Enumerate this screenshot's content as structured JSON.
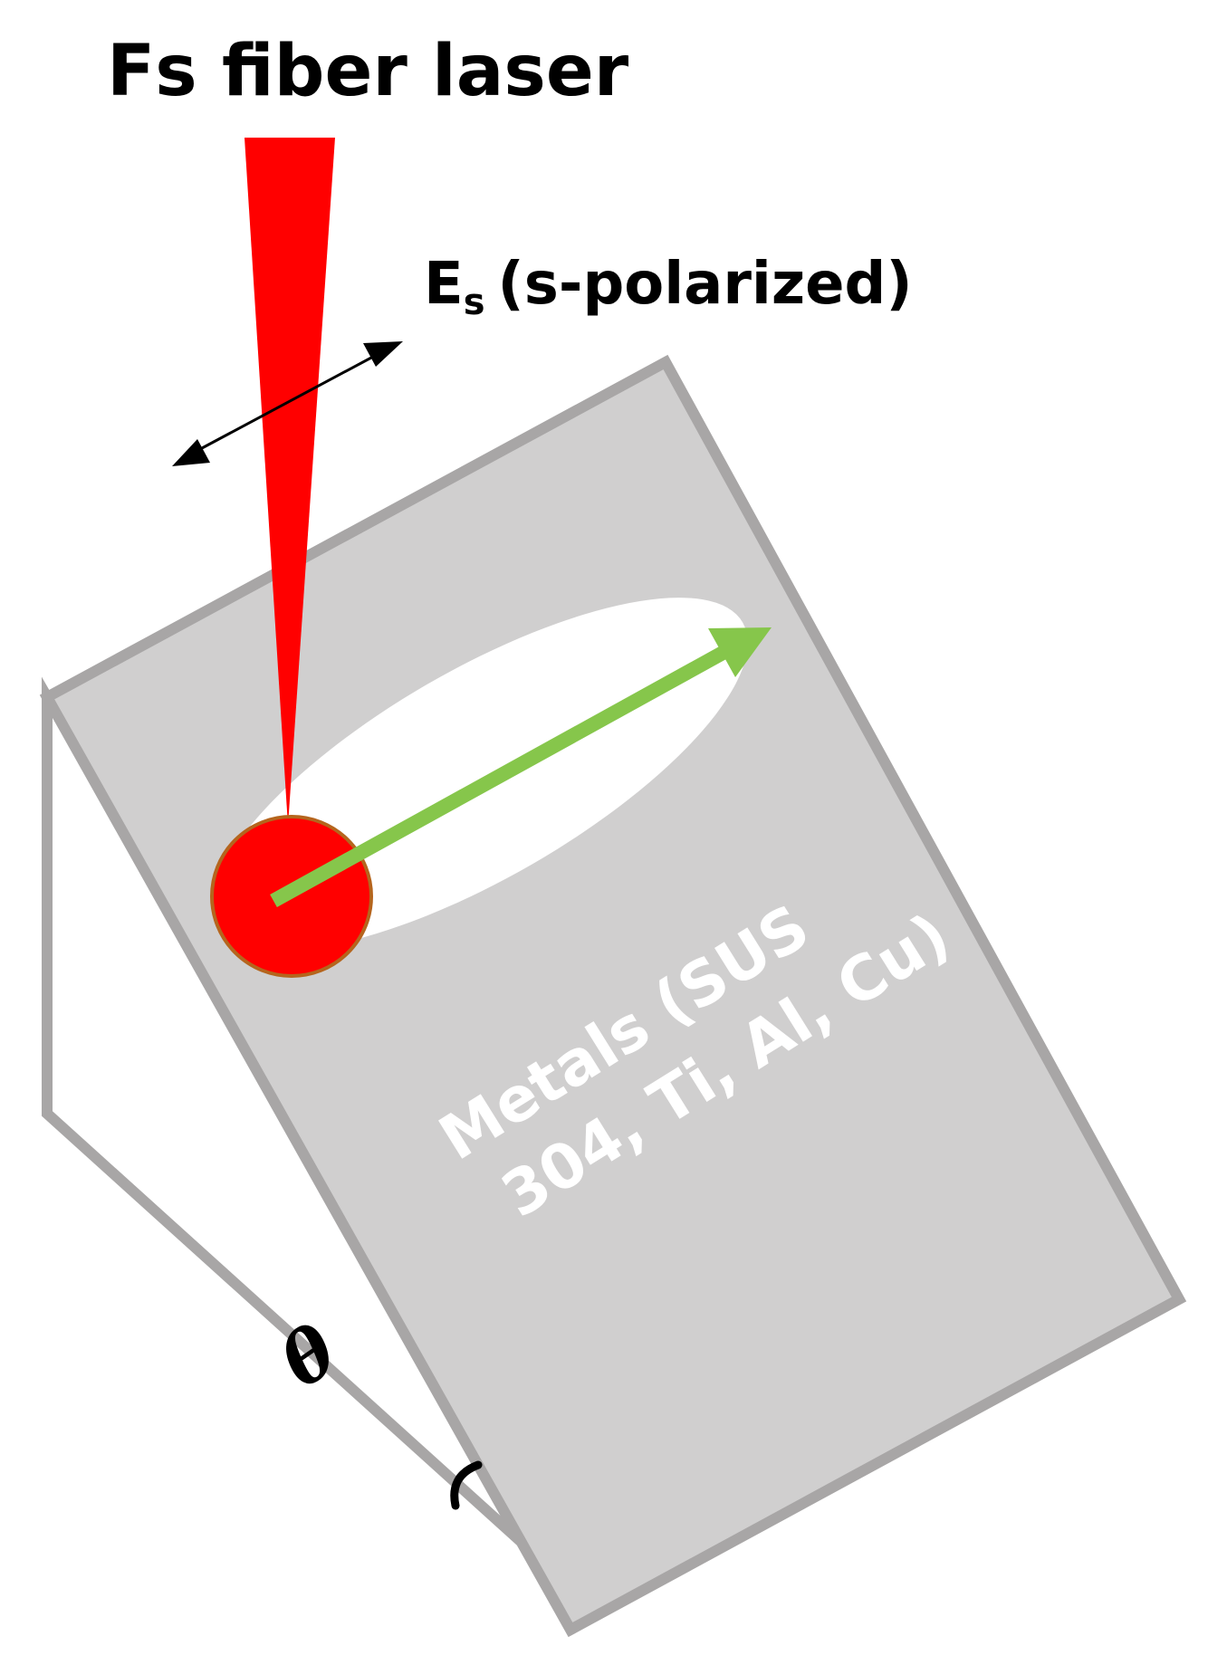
{
  "title": "Fs fiber laser",
  "polarization": {
    "symbol": "E",
    "subscript": "s",
    "description": "(s-polarized)"
  },
  "sample": {
    "line1": "Metals (SUS",
    "line2": "304, Ti, Al, Cu)"
  },
  "angle_label": "θ",
  "colors": {
    "laser_beam": "#ff0000",
    "laser_spot_outline": "#b5651d",
    "sample_face": "#d0cfcf",
    "sample_edge": "#a8a6a6",
    "sample_text": "#ffffff",
    "scan_arrow": "#86c64b",
    "scan_track": "#ffffff",
    "polarization_arrow": "#000000"
  }
}
